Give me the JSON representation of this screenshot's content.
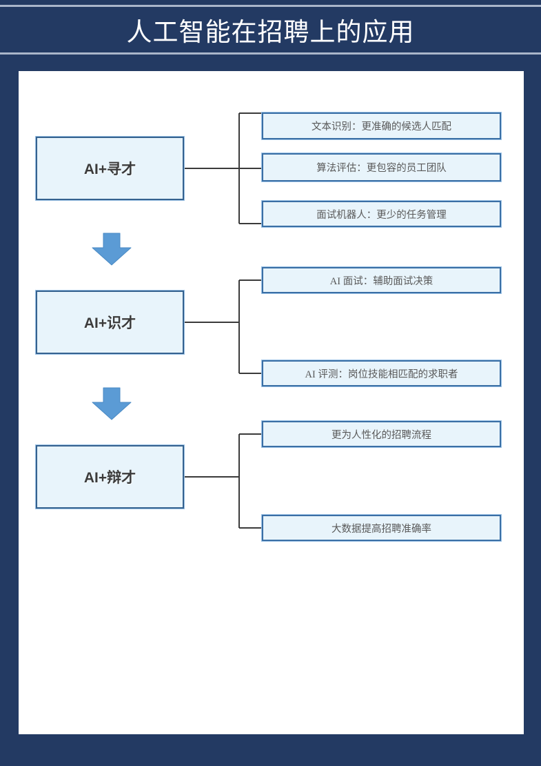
{
  "header": {
    "title": "人工智能在招聘上的应用",
    "band_color": "#233a63",
    "rule_color": "#aab6ca",
    "title_color": "#ffffff"
  },
  "theme": {
    "page_background": "#233a63",
    "card_background": "#ffffff",
    "node_fill": "#e8f4fb",
    "node_border": "#3a6fa5",
    "main_node_text": "#3b3b3b",
    "sub_node_text": "#595959",
    "arrow_fill": "#5b9bd5",
    "connector_color": "#3a3a3a"
  },
  "diagram": {
    "type": "flow-tree",
    "groups": [
      {
        "id": "group-1",
        "main": {
          "label": "AI+寻才"
        },
        "children": [
          {
            "label": "文本识别：更准确的候选人匹配"
          },
          {
            "label": "算法评估：更包容的员工团队"
          },
          {
            "label": "面试机器人：更少的任务管理"
          }
        ]
      },
      {
        "id": "group-2",
        "main": {
          "label": "AI+识才"
        },
        "children": [
          {
            "label": "AI 面试：辅助面试决策"
          },
          {
            "label": "AI 评测：岗位技能相匹配的求职者"
          }
        ]
      },
      {
        "id": "group-3",
        "main": {
          "label": "AI+辩才"
        },
        "children": [
          {
            "label": "更为人性化的招聘流程"
          },
          {
            "label": "大数据提高招聘准确率"
          }
        ]
      }
    ],
    "arrows": [
      {
        "id": "arrow-1",
        "between": "group-1 → group-2",
        "direction": "down"
      },
      {
        "id": "arrow-2",
        "between": "group-2 → group-3",
        "direction": "down"
      }
    ]
  }
}
